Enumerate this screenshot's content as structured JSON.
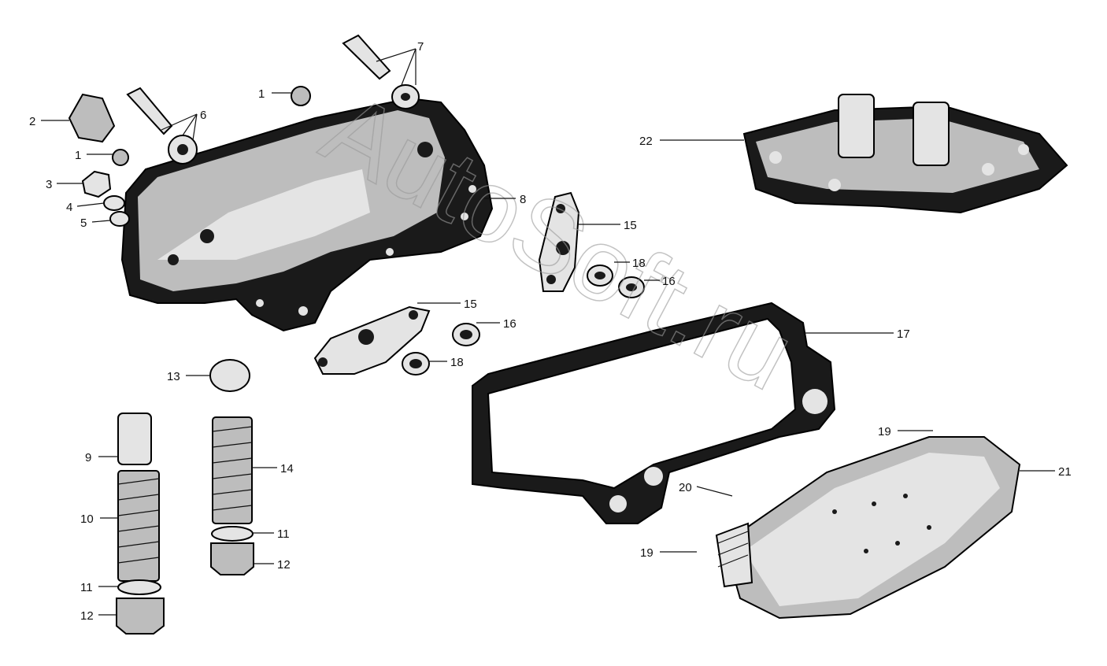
{
  "watermark": "AutoSoft.ru",
  "callouts": {
    "c1a": "1",
    "c1b": "1",
    "c2": "2",
    "c3": "3",
    "c4": "4",
    "c5": "5",
    "c6": "6",
    "c7": "7",
    "c8": "8",
    "c9": "9",
    "c10": "10",
    "c11a": "11",
    "c11b": "11",
    "c12a": "12",
    "c12b": "12",
    "c13": "13",
    "c14": "14",
    "c15a": "15",
    "c15b": "15",
    "c16a": "16",
    "c16b": "16",
    "c17": "17",
    "c18a": "18",
    "c18b": "18",
    "c19a": "19",
    "c19b": "19",
    "c20": "20",
    "c21": "21",
    "c22": "22"
  }
}
